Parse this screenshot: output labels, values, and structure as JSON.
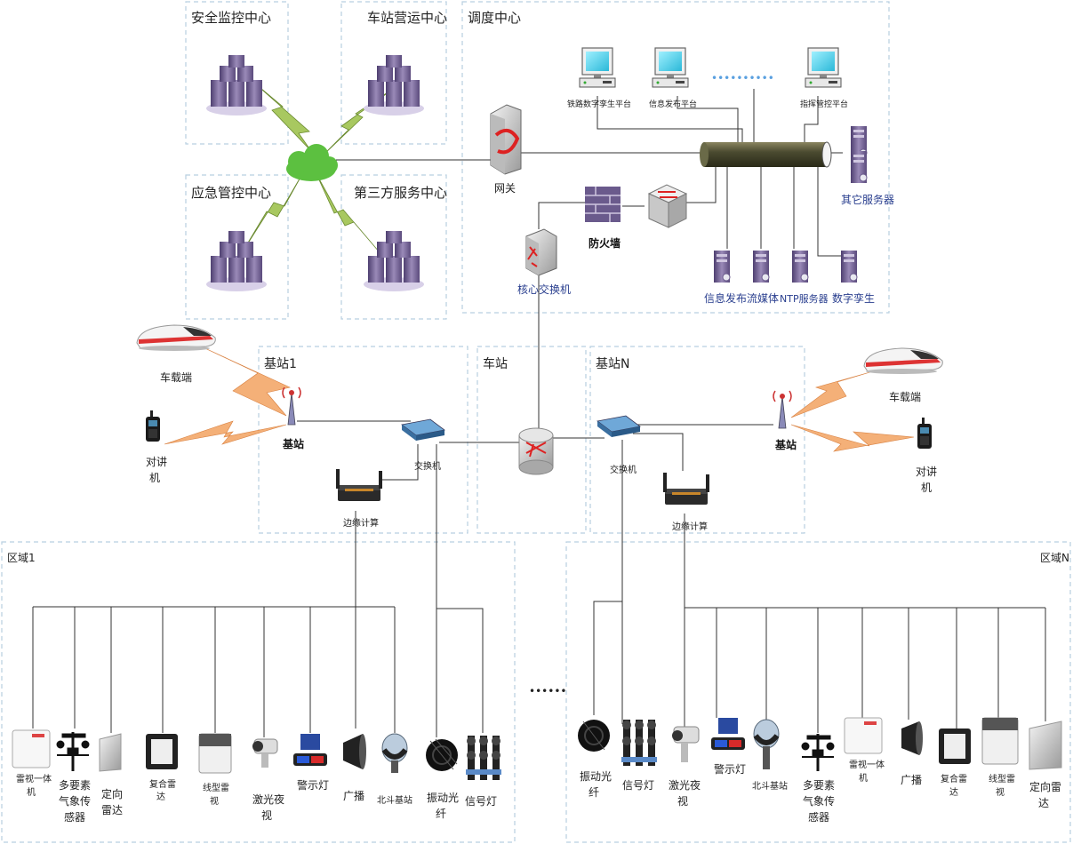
{
  "zones": {
    "safety": "安全监控中心",
    "station_ops": "车站营运中心",
    "dispatch": "调度中心",
    "emergency": "应急管控中心",
    "third_party": "第三方服务中心",
    "base1": "基站1",
    "station": "车站",
    "baseN": "基站N",
    "area1": "区域1",
    "areaN": "区域N"
  },
  "dispatch": {
    "gateway": "网关",
    "firewall": "防火墙",
    "core_switch": "核心交换机",
    "other_servers": "其它服务器",
    "pc1": "铁路数字孪生平台",
    "pc2": "信息发布平台",
    "pc3": "指挥管控平台",
    "ellipsis": "••••••••••",
    "servers": [
      "信息发布",
      "流媒体",
      "NTP服务器",
      "数字孪生"
    ]
  },
  "base1": {
    "train": "车载端",
    "radio": [
      "对讲",
      "机"
    ],
    "base": "基站",
    "switch": "交换机",
    "edge": "边缘计算"
  },
  "baseN": {
    "train": "车载端",
    "radio": [
      "对讲",
      "机"
    ],
    "base": "基站",
    "switch": "交换机",
    "edge": "边缘计算"
  },
  "area1_devices": [
    [
      "雷视一体",
      "机"
    ],
    [
      "多要素",
      "气象传",
      "感器"
    ],
    [
      "定向",
      "雷达"
    ],
    [
      "复合雷",
      "达"
    ],
    [
      "线型雷",
      "视"
    ],
    [
      "激光夜",
      "视"
    ],
    [
      "警示灯"
    ],
    [
      "广播"
    ],
    [
      "北斗基站"
    ],
    [
      "振动光",
      "纤"
    ],
    [
      "信号灯"
    ]
  ],
  "areaN_devices": [
    [
      "振动光",
      "纤"
    ],
    [
      "信号灯"
    ],
    [
      "激光夜",
      "视"
    ],
    [
      "警示灯"
    ],
    [
      "北斗基站"
    ],
    [
      "多要素",
      "气象传",
      "感器"
    ],
    [
      "雷视一体",
      "机"
    ],
    [
      "广播"
    ],
    [
      "复合雷",
      "达"
    ],
    [
      "线型雷",
      "视"
    ],
    [
      "定向雷",
      "达"
    ]
  ],
  "middle_ellipsis": "••••••",
  "colors": {
    "zone_border": "#b8cfe0",
    "line": "#333333",
    "server": "#6a5a8c",
    "link_green": "#a8c860",
    "link_orange": "#f4b078",
    "text_blue": "#2a3f8f"
  }
}
